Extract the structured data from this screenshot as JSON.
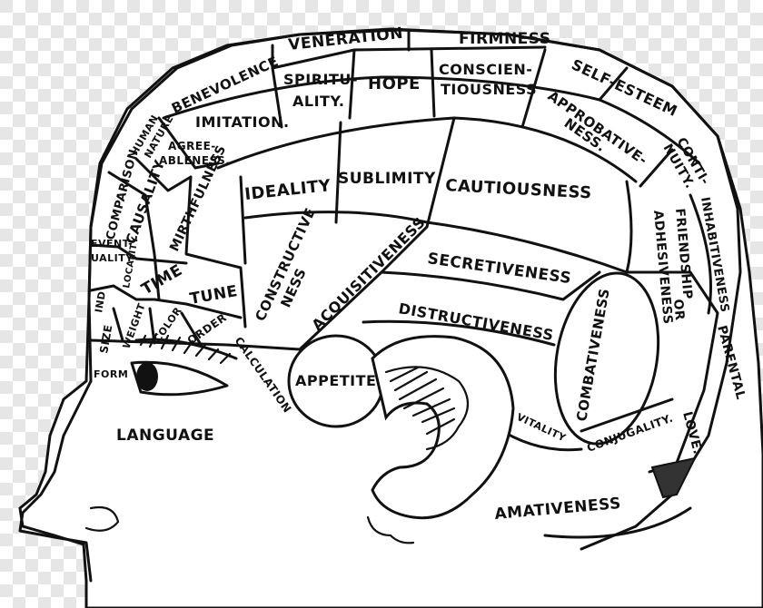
{
  "colors": {
    "ink": "#111111",
    "paper": "#ffffff",
    "checker_light": "#ffffff",
    "checker_dark": "#e6e6e6"
  },
  "regions": {
    "veneration": "VENERATION",
    "firmness": "FIRMNESS",
    "benevolence": "BENEVOLENCE",
    "spirituality_1": "SPIRITU-",
    "spirituality_2": "ALITY.",
    "hope": "HOPE",
    "conscientiousness_1": "CONSCIEN-",
    "conscientiousness_2": "TIOUSNESS",
    "self_esteem": "SELF-ESTEEM",
    "approbativeness_1": "APPROBATIVE-",
    "approbativeness_2": "NESS.",
    "continuity_1": "CONTI-",
    "continuity_2": "NUITY.",
    "human_nature_1": "HUMAN",
    "human_nature_2": "NATURE",
    "imitation": "IMITATION.",
    "agreeableness_1": "AGREE-",
    "agreeableness_2": "ABLENESS.",
    "comparison": "COMPARISON",
    "causality": "CAUSALITY",
    "mirthfulness": "MIRTHFULNESS",
    "ideality": "IDEALITY",
    "sublimity": "SUBLIMITY",
    "cautiousness": "CAUTIOUSNESS",
    "inhabitiveness": "INHABITIVENESS",
    "friendship_1": "FRIENDSHIP",
    "friendship_2": "ADHESIVENESS",
    "friendship_or": "OR",
    "eventuality_1": "EVENT-",
    "eventuality_2": "UALITY",
    "locality": "LOCALITY",
    "time": "TIME",
    "tune": "TUNE",
    "constructiveness_1": "CONSTRUCTIVE",
    "constructiveness_2": "NESS",
    "acquisitiveness": "ACQUISITIVENESS",
    "secretiveness": "SECRETIVENESS",
    "individuality": "IND",
    "size": "SIZE",
    "weight": "WEIGHT",
    "color": "COLOR",
    "order": "ORDER",
    "calculation": "CALCULATION",
    "destructiveness": "DISTRUCTIVENESS",
    "combativeness": "COMBATIVENESS",
    "parental_love_1": "PARENTAL",
    "parental_love_2": "LOVE.",
    "form": "FORM",
    "appetite": "APPETITE",
    "vitality": "VITALITY",
    "conjugality": "CONJUGALITY.",
    "language": "LANGUAGE",
    "amativeness": "AMATIVENESS"
  }
}
